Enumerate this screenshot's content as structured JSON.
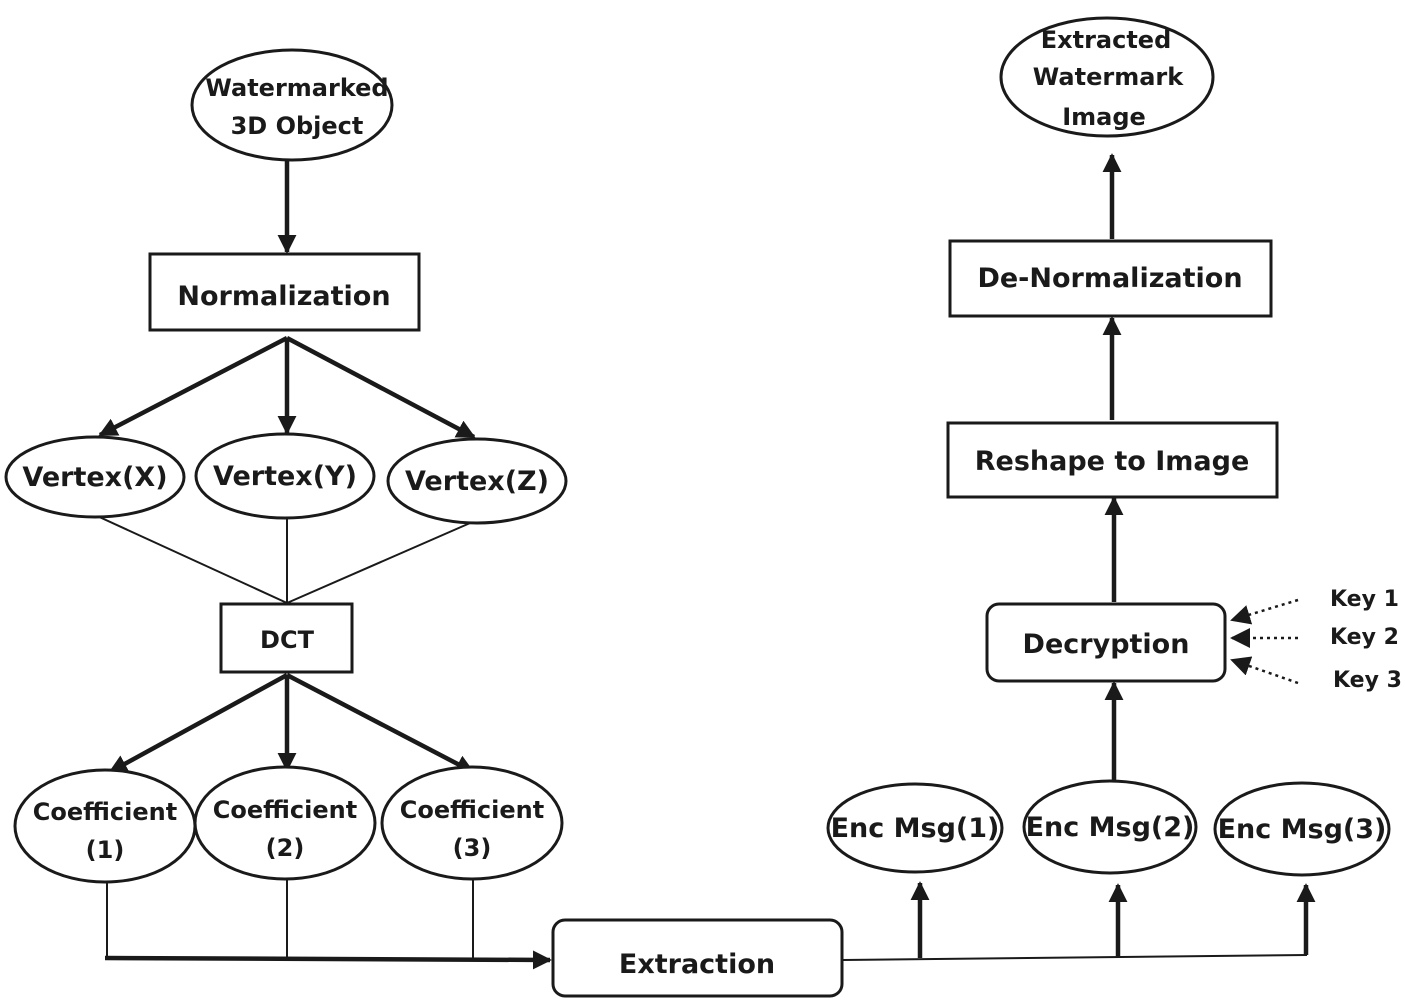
{
  "nodes": {
    "watermarked_object": [
      "Watermarked",
      "3D Object"
    ],
    "normalization": "Normalization",
    "vertex_x": "Vertex(X)",
    "vertex_y": "Vertex(Y)",
    "vertex_z": "Vertex(Z)",
    "dct": "DCT",
    "coefficient_1": [
      "Coefficient",
      "(1)"
    ],
    "coefficient_2": [
      "Coefficient",
      "(2)"
    ],
    "coefficient_3": [
      "Coefficient",
      "(3)"
    ],
    "extraction": "Extraction",
    "enc_msg_1": "Enc Msg(1)",
    "enc_msg_2": "Enc Msg(2)",
    "enc_msg_3": "Enc Msg(3)",
    "decryption": "Decryption",
    "reshape": "Reshape to Image",
    "denormalization": "De-Normalization",
    "extracted_watermark": [
      "Extracted",
      "Watermark",
      "Image"
    ]
  },
  "keys": [
    "Key 1",
    "Key 2",
    "Key 3"
  ],
  "colors": {
    "stroke": "#1a1a1a",
    "background": "#ffffff"
  }
}
